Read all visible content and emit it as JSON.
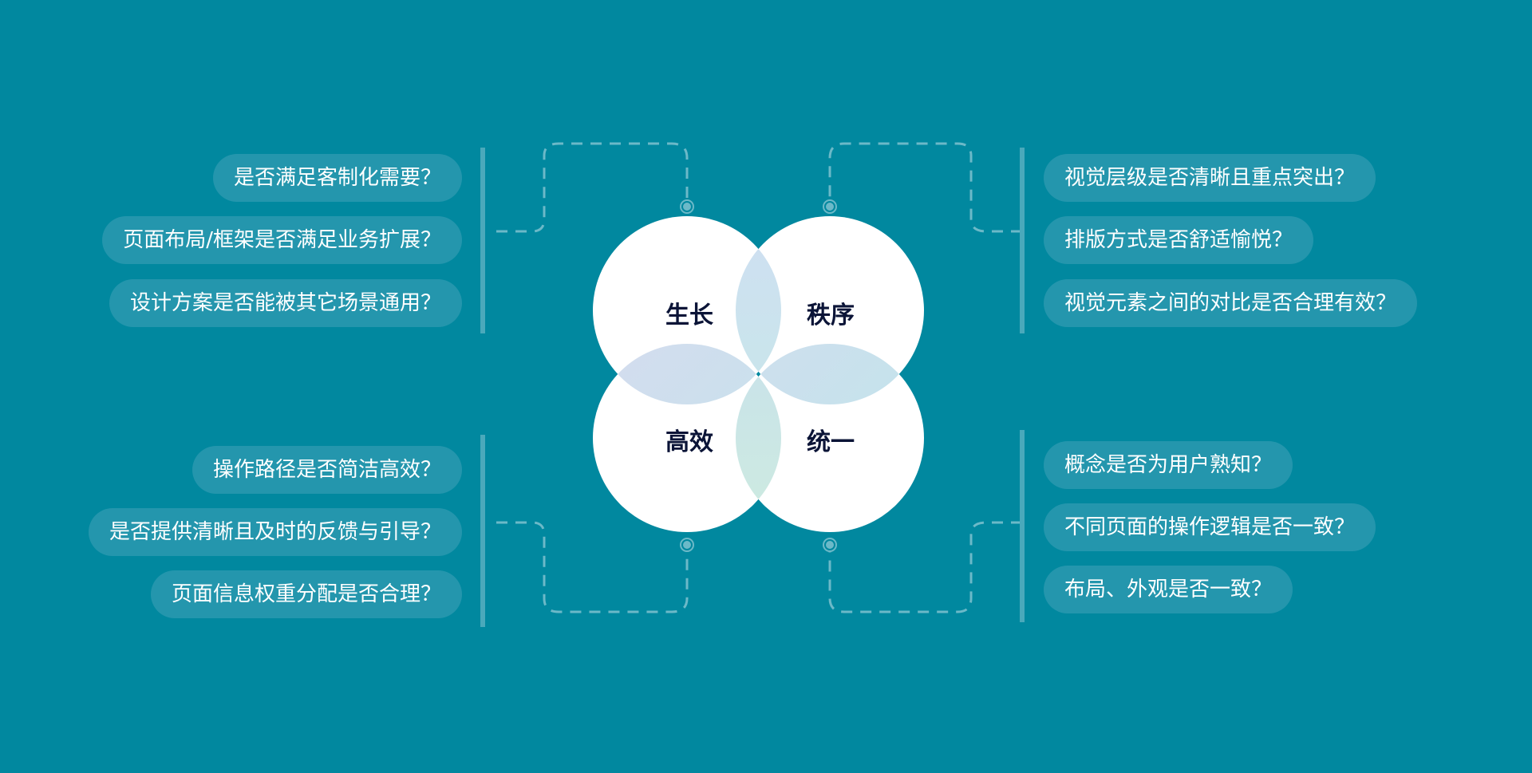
{
  "center": {
    "labels": [
      "生长",
      "秩序",
      "高效",
      "统一"
    ]
  },
  "groups": {
    "top_left": [
      "是否满足客制化需要？",
      "页面布局/框架是否满足业务扩展？",
      "设计方案是否能被其它场景通用？"
    ],
    "bottom_left": [
      "操作路径是否简洁高效？",
      "是否提供清晰且及时的反馈与引导？",
      "页面信息权重分配是否合理？"
    ],
    "top_right": [
      "视觉层级是否清晰且重点突出？",
      "排版方式是否舒适愉悦？",
      "视觉元素之间的对比是否合理有效？"
    ],
    "bottom_right": [
      "概念是否为用户熟知？",
      "不同页面的操作逻辑是否一致？",
      "布局、外观是否一致？"
    ]
  },
  "colors": {
    "background": "#01889f",
    "pill": "#2496ad",
    "circle": "#ffffff",
    "text_dark": "#0b1437"
  }
}
